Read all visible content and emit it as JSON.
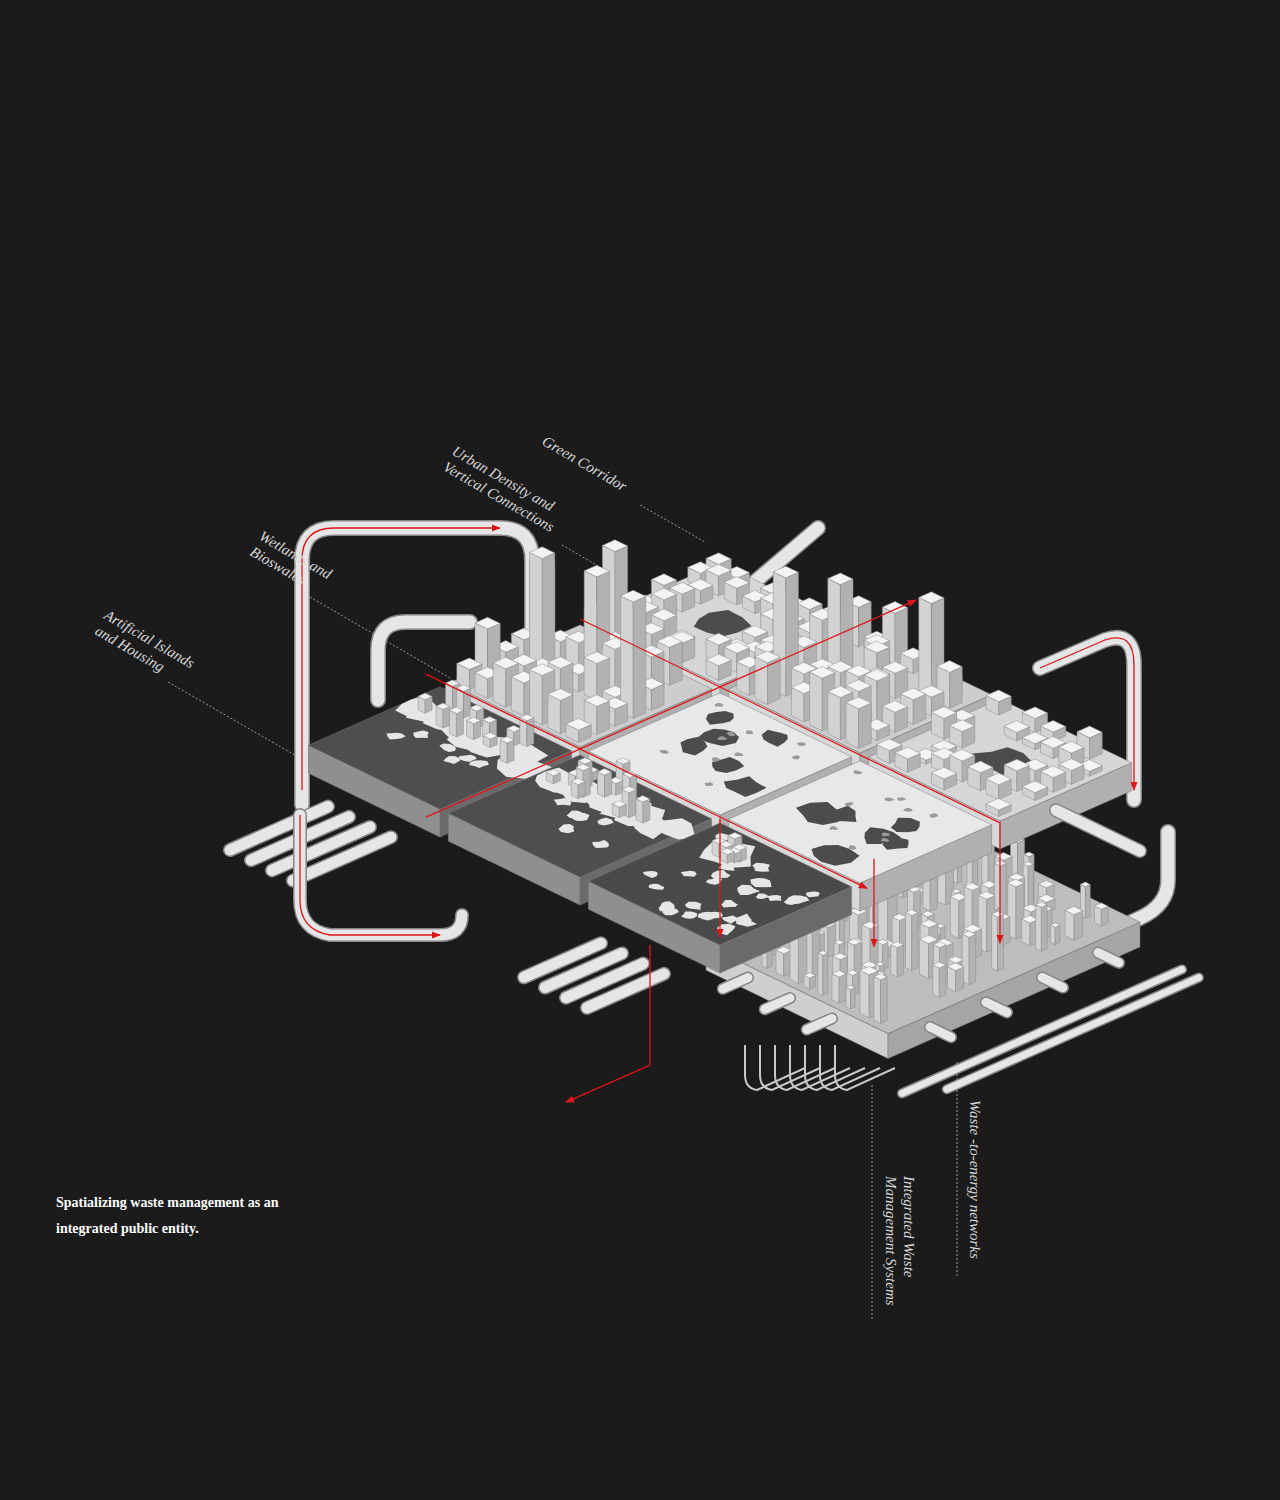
{
  "diagram": {
    "caption": "Spatializing waste management as an integrated public entity.",
    "labels": [
      "Green Corridor",
      "Urban Density and Vertical Connections",
      "Wetlands and Bioswales",
      "Artificial Islands and Housing",
      "Waste -to-energy networks",
      "Integrated Waste Management Systems"
    ]
  }
}
